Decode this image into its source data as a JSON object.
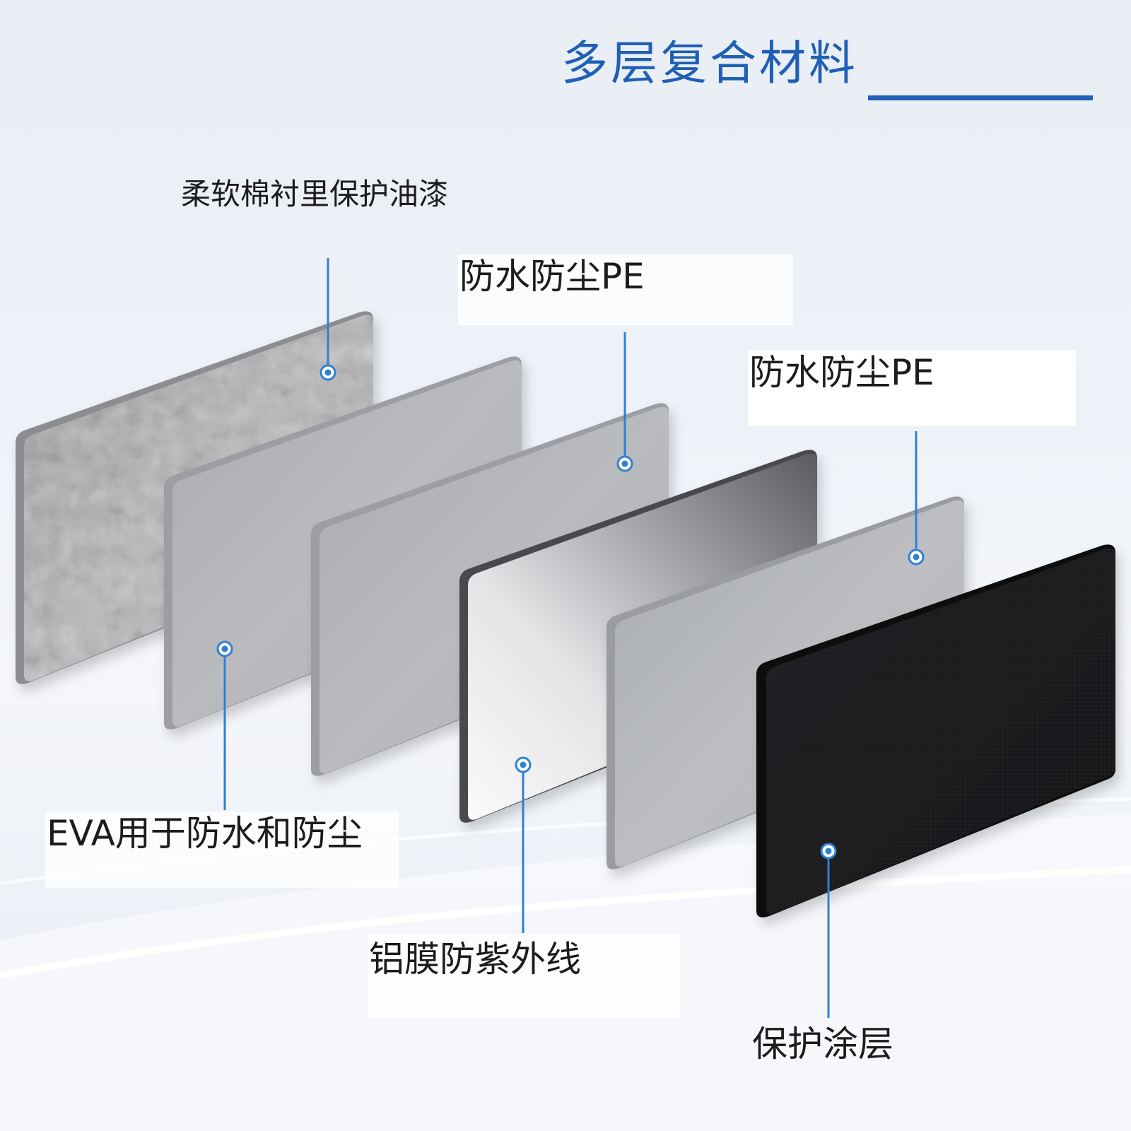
{
  "title": "多层复合材料",
  "colors": {
    "accent": "#1f5fb5",
    "callout": "#2f7fd4",
    "felt": "#a9a9ac",
    "gray_panel": "#b3b5b9",
    "aluminum": "#eeeef0",
    "dark_gray": "#5d5e62",
    "black_coating": "#18181a"
  },
  "layers": [
    {
      "id": "cotton",
      "label": "柔软棉衬里保护油漆"
    },
    {
      "id": "eva",
      "label": "EVA用于防水和防尘"
    },
    {
      "id": "pe1",
      "label": "防水防尘PE"
    },
    {
      "id": "aluminum",
      "label": "铝膜防紫外线"
    },
    {
      "id": "pe2",
      "label": "防水防尘PE"
    },
    {
      "id": "coating",
      "label": "保护涂层"
    }
  ]
}
